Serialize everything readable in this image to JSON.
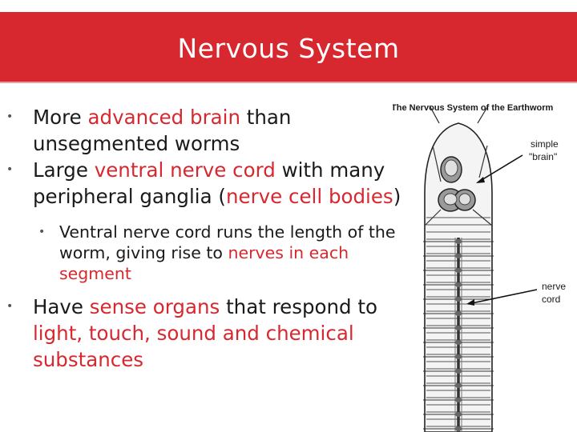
{
  "slide": {
    "title": "Nervous System",
    "bullets": [
      {
        "level": 1,
        "parts": [
          {
            "text": "More ",
            "hl": false
          },
          {
            "text": "advanced brain",
            "hl": true
          },
          {
            "text": " than unsegmented worms",
            "hl": false
          }
        ]
      },
      {
        "level": 1,
        "parts": [
          {
            "text": "Large ",
            "hl": false
          },
          {
            "text": "ventral nerve cord",
            "hl": true
          },
          {
            "text": " with many peripheral ganglia (",
            "hl": false
          },
          {
            "text": "nerve cell bodies",
            "hl": true
          },
          {
            "text": ")",
            "hl": false
          }
        ]
      },
      {
        "level": 2,
        "parts": [
          {
            "text": "Ventral nerve cord runs the length of the worm, giving rise to ",
            "hl": false
          },
          {
            "text": "nerves in each segment",
            "hl": true
          }
        ]
      },
      {
        "level": 1,
        "parts": [
          {
            "text": "Have ",
            "hl": false
          },
          {
            "text": "sense organs",
            "hl": true
          },
          {
            "text": " that respond to ",
            "hl": false
          },
          {
            "text": "light, touch, sound and chemical substances",
            "hl": true
          }
        ]
      }
    ]
  },
  "diagram": {
    "title": "The Nervous System of the Earthworm",
    "label_brain_line1": "simple",
    "label_brain_line2": "\"brain\"",
    "label_cord_line1": "nerve",
    "label_cord_line2": "cord"
  },
  "colors": {
    "header_bg": "#d7282f",
    "highlight": "#d7282f",
    "body_text": "#1a1a1a"
  }
}
